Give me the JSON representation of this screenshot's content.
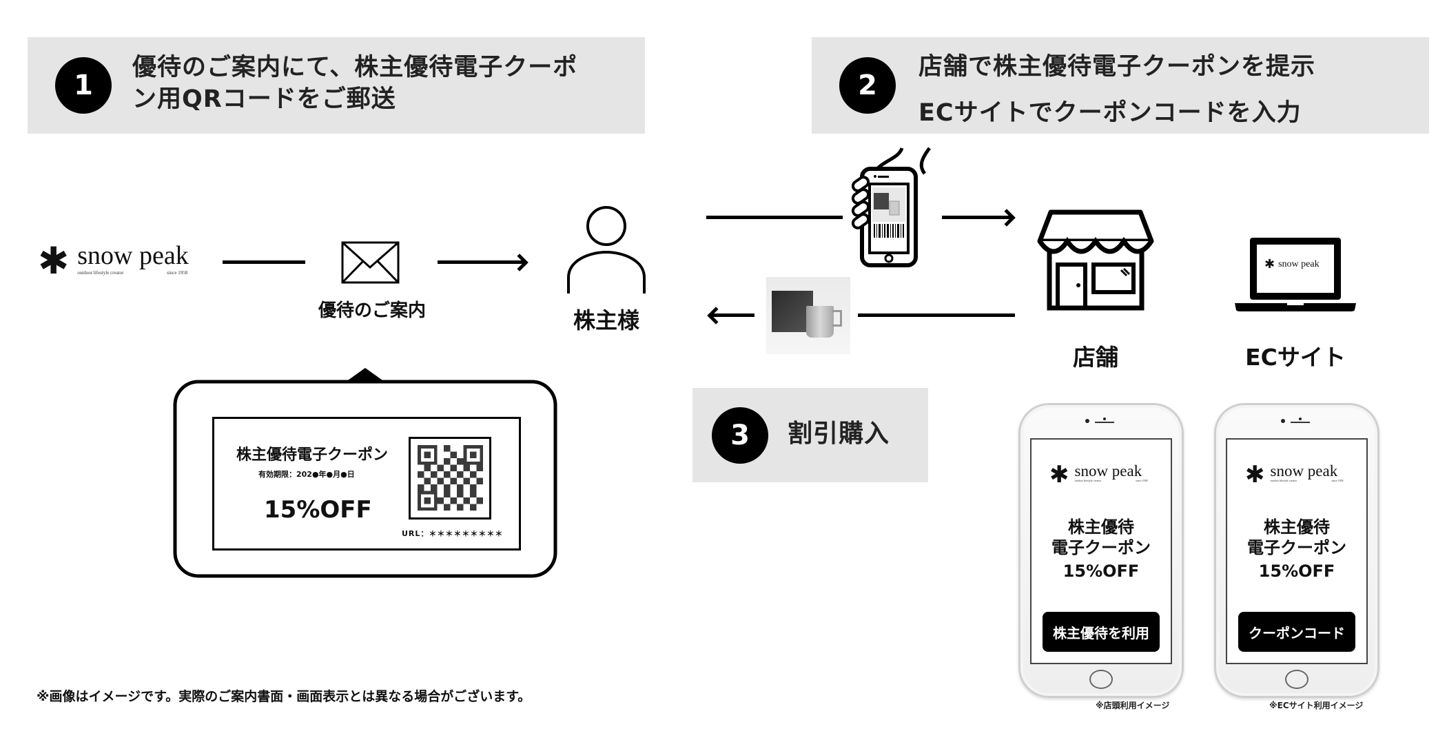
{
  "steps": [
    {
      "number": "1",
      "lines": [
        "優待のご案内にて、株主優待電子クーポ",
        "ン用QRコードをご郵送"
      ]
    },
    {
      "number": "2",
      "lines": [
        "店舗で株主優待電子クーポンを提示",
        "ECサイトでクーポンコードを入力"
      ]
    },
    {
      "number": "3",
      "lines": [
        "割引購入"
      ]
    }
  ],
  "logo": {
    "brand": "snow peak",
    "tagline": "outdoor lifestyle creator",
    "since": "since 1958",
    "star": "✱"
  },
  "flow": {
    "mail_label": "優待のご案内",
    "shareholder_label": "株主様",
    "store_label": "店舗",
    "ec_label": "ECサイト"
  },
  "coupon_card": {
    "title": "株主優待電子クーポン",
    "expiry": "有効期限：202●年●月●日",
    "discount": "15%OFF",
    "url": "URL：＊＊＊＊＊＊＊＊＊"
  },
  "phones": [
    {
      "id": "store",
      "lines": [
        "株主優待",
        "電子クーポン",
        "15%OFF"
      ],
      "button": "株主優待を利用",
      "caption": "※店頭利用イメージ"
    },
    {
      "id": "ec",
      "lines": [
        "株主優待",
        "電子クーポン",
        "15%OFF"
      ],
      "button": "クーポンコード",
      "caption": "※ECサイト利用イメージ"
    }
  ],
  "footnote": "※画像はイメージです。実際のご案内書面・画面表示とは異なる場合がございます。",
  "colors": {
    "step_bg": "#e5e5e5",
    "badge": "#000000",
    "text": "#111111"
  }
}
